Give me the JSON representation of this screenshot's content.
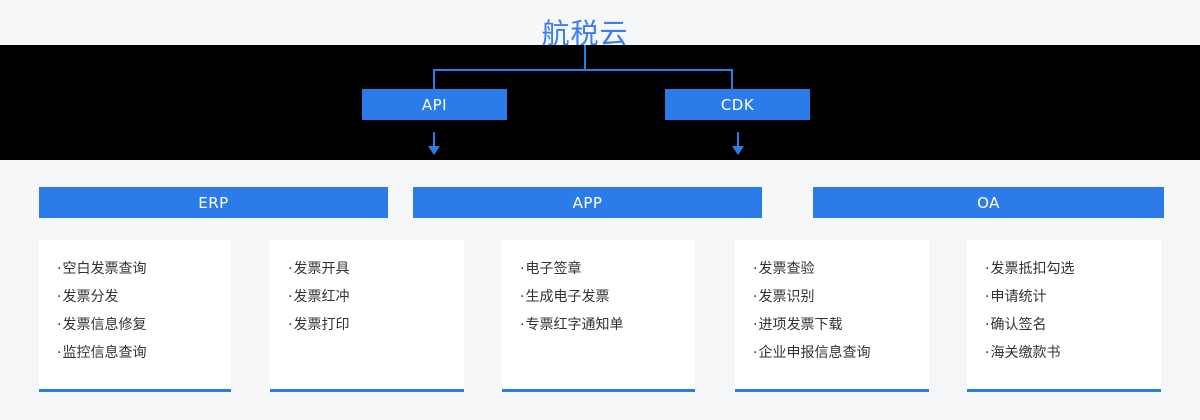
{
  "title": "航税云",
  "colors": {
    "brand_blue": "#2b7ce9",
    "title_blue": "#3a7df0",
    "page_background": "#f6f7f9",
    "band_background": "#000000",
    "card_background": "#ffffff",
    "item_text": "#333333"
  },
  "nodes": {
    "api_label": "API",
    "cdk_label": "CDK"
  },
  "sections": [
    {
      "label": "ERP"
    },
    {
      "label": "APP"
    },
    {
      "label": "OA"
    }
  ],
  "bullet": "·",
  "cards": [
    {
      "items": [
        "空白发票查询",
        "发票分发",
        "发票信息修复",
        "监控信息查询"
      ]
    },
    {
      "items": [
        "发票开具",
        "发票红冲",
        "发票打印"
      ]
    },
    {
      "items": [
        "电子签章",
        "生成电子发票",
        "专票红字通知单"
      ]
    },
    {
      "items": [
        "发票查验",
        "发票识别",
        "进项发票下载",
        "企业申报信息查询"
      ]
    },
    {
      "items": [
        "发票抵扣勾选",
        "申请统计",
        "确认签名",
        "海关缴款书"
      ]
    }
  ]
}
